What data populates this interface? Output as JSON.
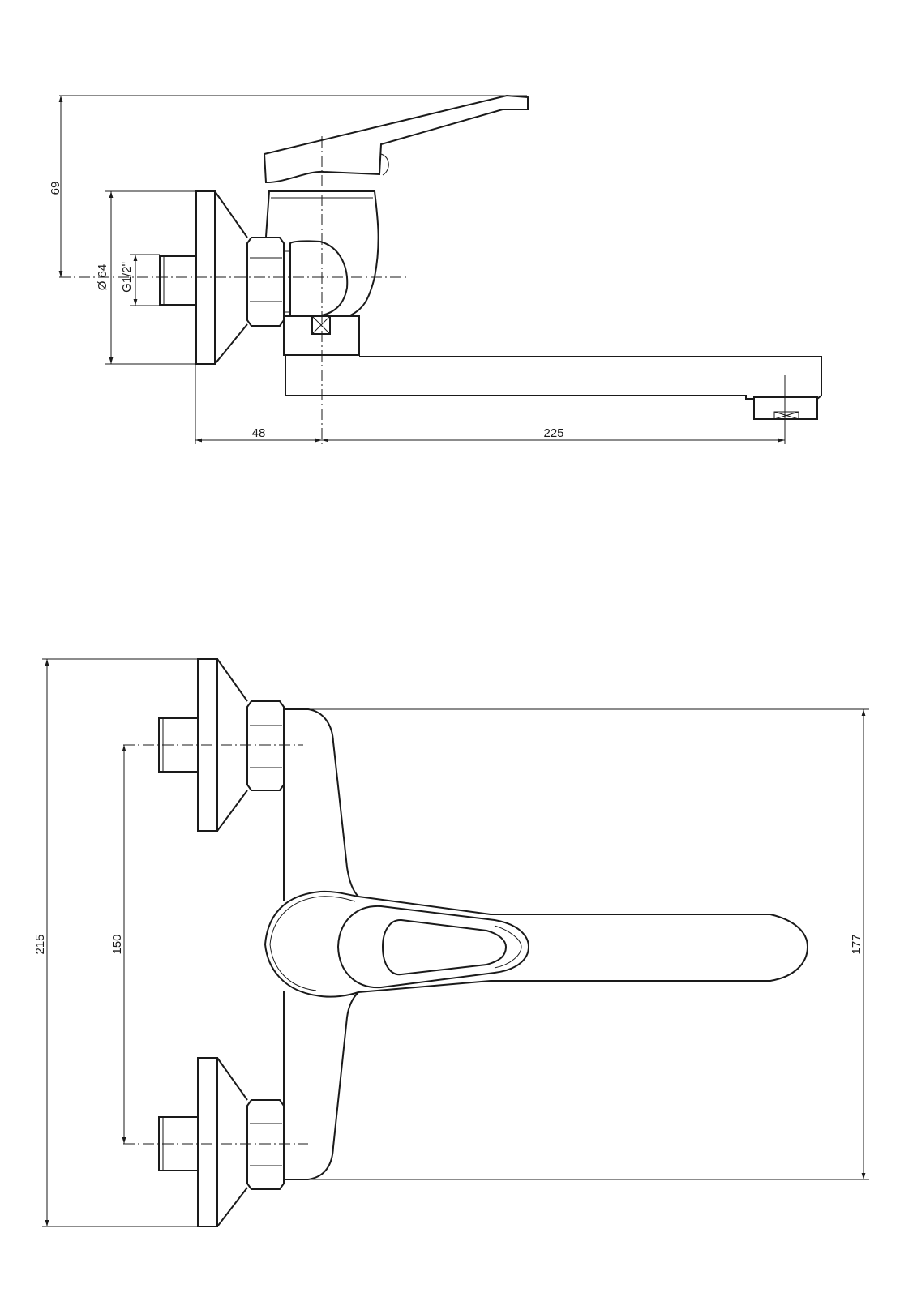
{
  "side_view": {
    "dimensions": {
      "handle_height": "69",
      "plate_diameter": "Ø 64",
      "thread": "G1/2\"",
      "wall_to_center": "48",
      "spout_reach": "225"
    }
  },
  "front_view": {
    "dimensions": {
      "overall_height": "215",
      "inlet_spacing": "150",
      "body_height": "177"
    }
  },
  "colors": {
    "line": "#1a1a1a",
    "background": "#ffffff"
  }
}
